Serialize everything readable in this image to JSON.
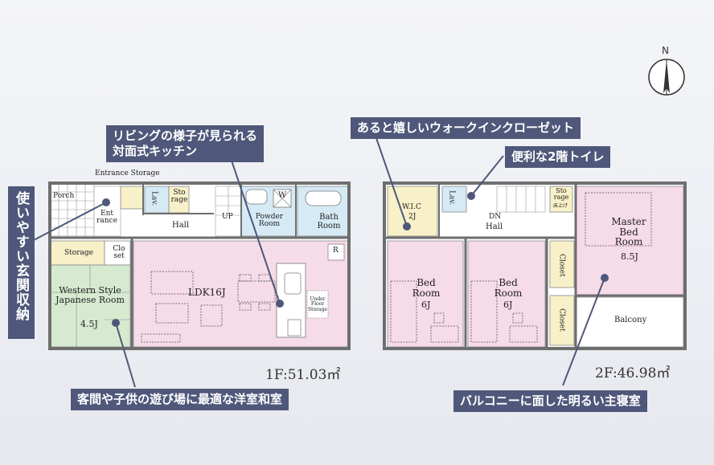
{
  "colors": {
    "wall": "#6e6e6e",
    "pink": "#f6dbe8",
    "blue": "#d6eaf5",
    "green": "#d6ead0",
    "yellow": "#f8f0c8",
    "white": "#ffffff",
    "callout_bg": "#4f587a",
    "line": "#4f587a"
  },
  "callouts": {
    "kitchen": [
      "リビングの様子が見られる",
      "対面式キッチン"
    ],
    "entrance": "使いやすい玄関収納",
    "washitsu": "客間や子供の遊び場に最適な洋室和室",
    "walkin": "あると嬉しいウォークインクローゼット",
    "toilet2f": "便利な2階トイレ",
    "master": "バルコニーに面した明るい主寝室"
  },
  "floor1": {
    "area": "1F:51.03㎡",
    "entrance_storage": "Entrance Storage",
    "porch": "Porch",
    "entrance": "Ent rance",
    "lav": "Lav.",
    "storage_small": "Sto rage",
    "up": "UP",
    "hall": "Hall",
    "powder": "Powder Room",
    "washer": "W",
    "bath": "Bath Room",
    "storage": "Storage",
    "closet": "Clo set",
    "western": "Western Style Japanese Room",
    "western_size": "4.5J",
    "ldk": "LDK16J",
    "fridge": "R",
    "underfloor": "Under Floor Storage"
  },
  "floor2": {
    "area": "2F:46.98㎡",
    "wic": "W.I.C",
    "wic_size": "2J",
    "lav": "Lav.",
    "dn": "DN",
    "hall": "Hall",
    "storage_small": "Sto rage",
    "storage_sub": "床上げ",
    "master": "Master Bed Room",
    "master_size": "8.5J",
    "bed1": "Bed Room",
    "bed1_size": "6J",
    "bed2": "Bed Room",
    "bed2_size": "6J",
    "closet1": "Closet",
    "closet2": "Closet",
    "balcony": "Balcony"
  },
  "compass": {
    "label": "N"
  }
}
